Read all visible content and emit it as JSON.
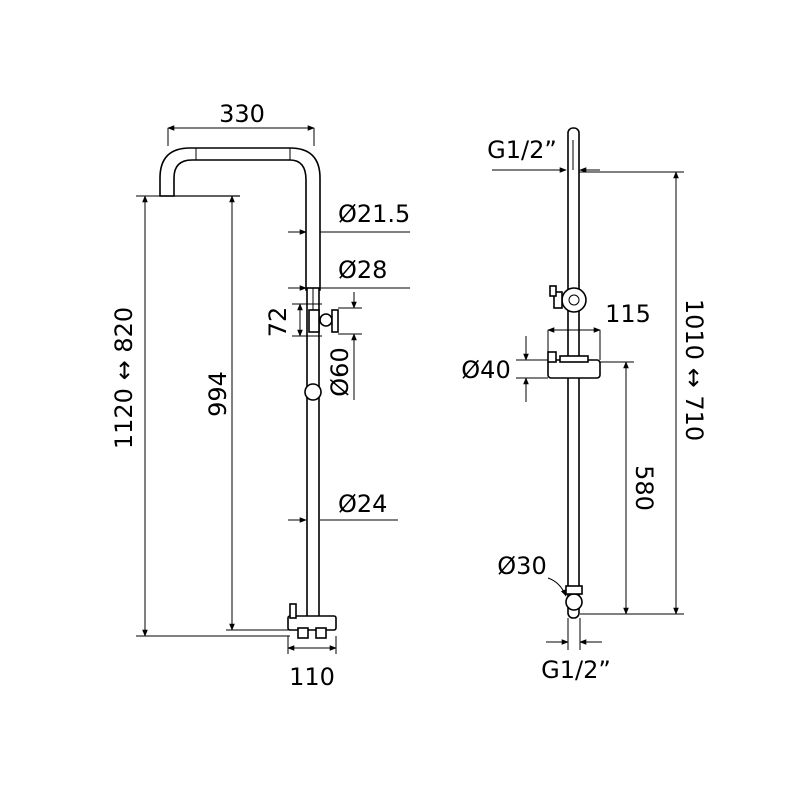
{
  "left_view": {
    "width_top": "330",
    "dia_arm": "Ø21.5",
    "dia_upper": "Ø28",
    "height_72": "72",
    "dia_60": "Ø60",
    "height_994": "994",
    "dia_lower": "Ø24",
    "height_total": "1120 ↔ 820",
    "width_base": "110"
  },
  "right_view": {
    "thread_top": "G1/2”",
    "dia_40": "Ø40",
    "width_115": "115",
    "height_total": "1010 ↔ 710",
    "height_580": "580",
    "dia_30": "Ø30",
    "thread_bottom": "G1/2”"
  }
}
